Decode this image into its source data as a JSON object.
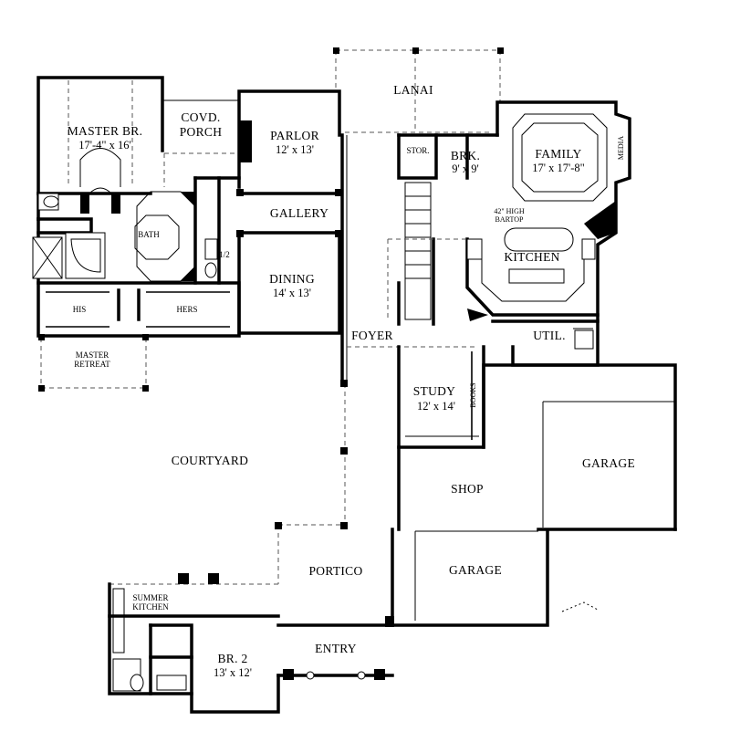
{
  "rooms": {
    "lanai": {
      "label": "LANAI"
    },
    "master_br": {
      "label": "MASTER BR.",
      "dims": "17'-4\" x 16'"
    },
    "covd_porch": {
      "line1": "COVD.",
      "line2": "PORCH"
    },
    "parlor": {
      "label": "PARLOR",
      "dims": "12' x 13'"
    },
    "stor": {
      "label": "STOR."
    },
    "brk": {
      "label": "BRK.",
      "dims": "9' x 9'"
    },
    "family": {
      "label": "FAMILY",
      "dims": "17' x 17'-8\""
    },
    "media": {
      "label": "MEDIA"
    },
    "bath": {
      "label": "BATH"
    },
    "gallery": {
      "label": "GALLERY"
    },
    "half_bath": {
      "label": "1/2"
    },
    "bartop": {
      "line1": "42\" HIGH",
      "line2": "BARTOP"
    },
    "kitchen": {
      "label": "KITCHEN"
    },
    "his": {
      "label": "HIS"
    },
    "hers": {
      "label": "HERS"
    },
    "dining": {
      "label": "DINING",
      "dims": "14' x 13'"
    },
    "master_retreat": {
      "line1": "MASTER",
      "line2": "RETREAT"
    },
    "foyer": {
      "label": "FOYER"
    },
    "util": {
      "label": "UTIL."
    },
    "study": {
      "label": "STUDY",
      "dims": "12' x 14'"
    },
    "books": {
      "label": "BOOKS"
    },
    "courtyard": {
      "label": "COURTYARD"
    },
    "garage_right": {
      "label": "GARAGE"
    },
    "shop": {
      "label": "SHOP"
    },
    "portico": {
      "label": "PORTICO"
    },
    "garage_front": {
      "label": "GARAGE"
    },
    "summer_kitchen": {
      "line1": "SUMMER",
      "line2": "KITCHEN"
    },
    "entry": {
      "label": "ENTRY"
    },
    "br2": {
      "label": "BR. 2",
      "dims": "13' x 12'"
    }
  }
}
